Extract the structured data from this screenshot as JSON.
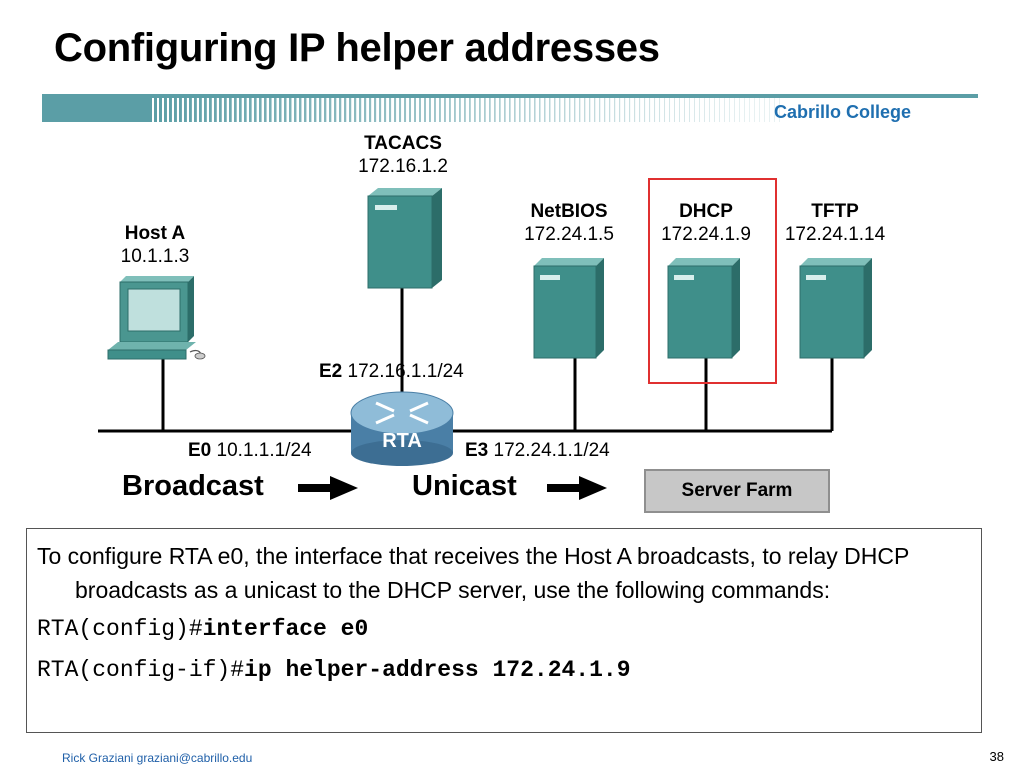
{
  "title": "Configuring IP helper addresses",
  "brand": "Cabrillo College",
  "diagram": {
    "tacacs": {
      "name": "TACACS",
      "ip": "172.16.1.2"
    },
    "netbios": {
      "name": "NetBIOS",
      "ip": "172.24.1.5"
    },
    "dhcp": {
      "name": "DHCP",
      "ip": "172.24.1.9"
    },
    "tftp": {
      "name": "TFTP",
      "ip": "172.24.1.14"
    },
    "host": {
      "name": "Host A",
      "ip": "10.1.1.3"
    },
    "router": {
      "name": "RTA"
    },
    "e2": {
      "name": "E2",
      "ip": "172.16.1.1/24"
    },
    "e0": {
      "name": "E0",
      "ip": "10.1.1.1/24"
    },
    "e3": {
      "name": "E3",
      "ip": "172.24.1.1/24"
    },
    "broadcast": "Broadcast",
    "unicast": "Unicast",
    "server_farm": "Server Farm",
    "colors": {
      "server": "#3f8f8a",
      "highlight": "#e03030",
      "router": "#5a8fb4",
      "banner": "#5b9ea6"
    }
  },
  "notes": {
    "paragraph": "To configure RTA e0, the interface that receives the Host A broadcasts, to relay DHCP broadcasts as a unicast to the DHCP server, use the following commands:",
    "cmd1_prompt": "RTA(config)#",
    "cmd1_command": "interface e0",
    "cmd2_prompt": "RTA(config-if)#",
    "cmd2_command": "ip helper-address 172.24.1.9"
  },
  "footer": {
    "author": "Rick Graziani  graziani@cabrillo.edu",
    "page": "38"
  }
}
